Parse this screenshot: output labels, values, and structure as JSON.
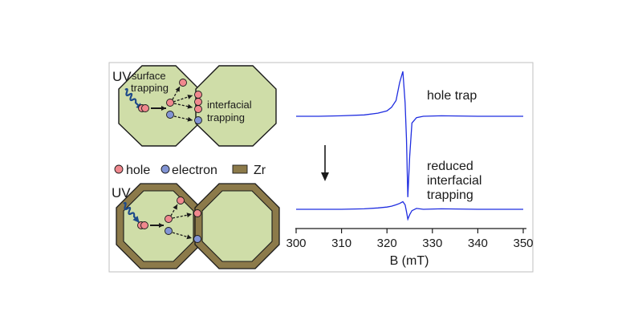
{
  "top_panel": {
    "uv": "UV",
    "surface_line1": "surface",
    "surface_line2": "trapping",
    "interfacial_line1": "interfacial",
    "interfacial_line2": "trapping"
  },
  "legend": {
    "hole": "hole",
    "electron": "electron",
    "zr": "Zr"
  },
  "bottom_panel": {
    "uv": "UV"
  },
  "epr": {
    "label_top": "hole trap",
    "label_bottom_line1": "reduced",
    "label_bottom_line2": "interfacial",
    "label_bottom_line3": "trapping",
    "xlabel": "B (mT)",
    "ticks": [
      "300",
      "310",
      "320",
      "330",
      "340",
      "350"
    ]
  },
  "chart_data": {
    "type": "line",
    "xlabel": "B (mT)",
    "xlim": [
      300,
      350
    ],
    "x_ticks": [
      300,
      310,
      320,
      330,
      340,
      350
    ],
    "y_axis_shown": false,
    "series": [
      {
        "name": "hole trap",
        "x": [
          300,
          305,
          310,
          315,
          318,
          320,
          321,
          322,
          322.8,
          323.5,
          324,
          324.3,
          324.6,
          325,
          325.5,
          326.5,
          328,
          332,
          340,
          350
        ],
        "y": [
          0,
          0,
          0.01,
          0.03,
          0.07,
          0.12,
          0.2,
          0.35,
          0.75,
          1.0,
          0.3,
          -0.5,
          -1.8,
          -0.9,
          -0.15,
          -0.03,
          0.0,
          0.01,
          0.0,
          0.0
        ]
      },
      {
        "name": "reduced interfacial trapping",
        "x": [
          300,
          305,
          310,
          315,
          318,
          320,
          321,
          322,
          322.8,
          323.5,
          324,
          324.3,
          324.6,
          325,
          325.5,
          326.5,
          328,
          332,
          340,
          350
        ],
        "y": [
          0,
          0,
          0.0,
          0.01,
          0.03,
          0.05,
          0.07,
          0.1,
          0.13,
          0.17,
          0.1,
          -0.05,
          -0.22,
          -0.12,
          -0.03,
          0.02,
          0.0,
          0.01,
          0.0,
          0.0
        ]
      }
    ]
  },
  "colors": {
    "grain_fill": "#cfdda8",
    "zr_shell": "#8c7a4a",
    "hole": "#f0888e",
    "electron": "#8294d4",
    "spectrum": "#1f2de0",
    "uv_arrow": "#1e4a8a"
  }
}
